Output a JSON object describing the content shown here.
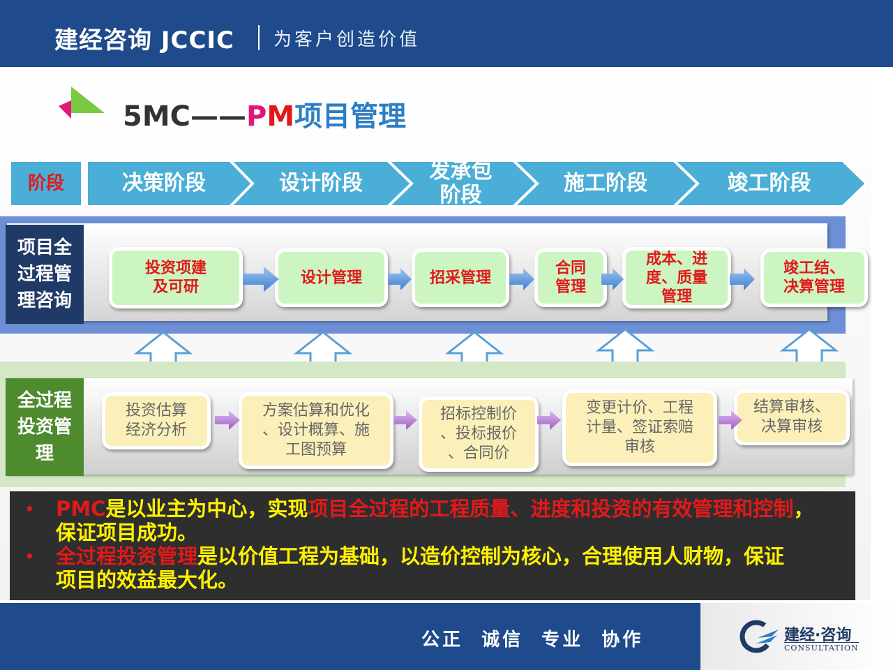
{
  "header": {
    "company": "建经咨询 JCCIC",
    "slogan": "为客户创造价值"
  },
  "title": {
    "prefix": "5MC——",
    "p": "P",
    "m": "M",
    "rest": "项目管理"
  },
  "stages": {
    "label": "阶段",
    "items": [
      "决策阶段",
      "设计阶段",
      "发承包\n阶段",
      "施工阶段",
      "竣工阶段"
    ]
  },
  "pm_row": {
    "label": "项目全\n过程管\n理咨询",
    "boxes": [
      "投资项建\n及可研",
      "设计管理",
      "招采管理",
      "合同\n管理",
      "成本、进\n度、质量\n管理",
      "竣工结、\n决算管理"
    ]
  },
  "cost_row": {
    "label": "全过程\n投资管\n理",
    "boxes": [
      "投资估算\n经济分析",
      "方案估算和优化\n、设计概算、施\n工图预算",
      "招标控制价\n、投标报价\n、合同价",
      "变更计价、工程\n计量、签证索赔\n审核",
      "结算审核、\n决算审核"
    ]
  },
  "summary": {
    "bullet": "•",
    "line1_a": "PMC",
    "line1_b": "是以业主为中心，实现",
    "line1_c": "项目全过程的工程质量、进度和投资的有效管理和控制",
    "line1_d": "，",
    "line1_e": "保证项目成功。",
    "line2_a": "全过程投资管理",
    "line2_b": "是以价值工程为基础，以造价控制为核心，合理使用人财物，保证",
    "line2_c": "项目的效益最大化。"
  },
  "footer": {
    "slogan": "公正  诚信  专业  协作",
    "logo_cn": "建经·咨询",
    "logo_en": "CONSULTATION"
  },
  "colors": {
    "header_blue": "#1f4a8c",
    "stage_teal": "#4baed6",
    "pm_green": "#ccf5c2",
    "cost_yellow": "#fbf0b9",
    "accent_red": "#e2191b",
    "summary_yellow": "#fff200"
  }
}
